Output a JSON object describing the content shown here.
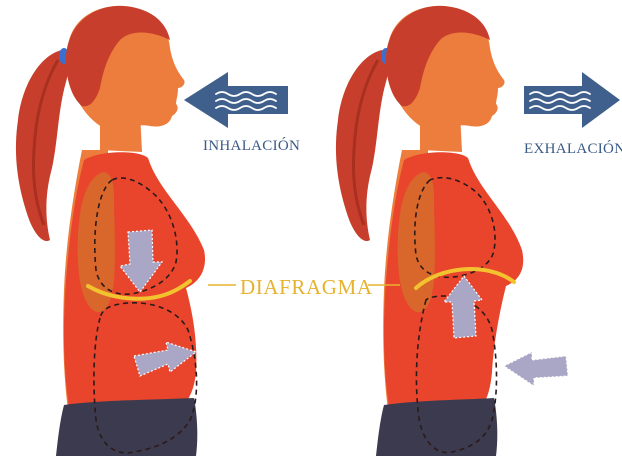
{
  "labels": {
    "inhale": "INHALACIÓN",
    "exhale": "EXHALACIÓN",
    "diaphragm": "DIAFRAGMA"
  },
  "colors": {
    "hair": "#c73f2c",
    "hair_tie": "#3a6fd1",
    "skin": "#ec7d3c",
    "skin_shadow": "#d9672c",
    "top": "#e9452d",
    "top_shadow": "#cf3523",
    "pants": "#3c3a4e",
    "air_arrow": "#3f5f8c",
    "movement_arrow": "#a9a6c6",
    "diaphragm_line": "#f2c22f",
    "label_text": "#3b5a86",
    "diaphragm_text": "#e7b22f"
  },
  "icons": {
    "inhale_arrow": "arrow-left-icon",
    "exhale_arrow": "arrow-right-icon",
    "wave": "air-wave-icon"
  }
}
